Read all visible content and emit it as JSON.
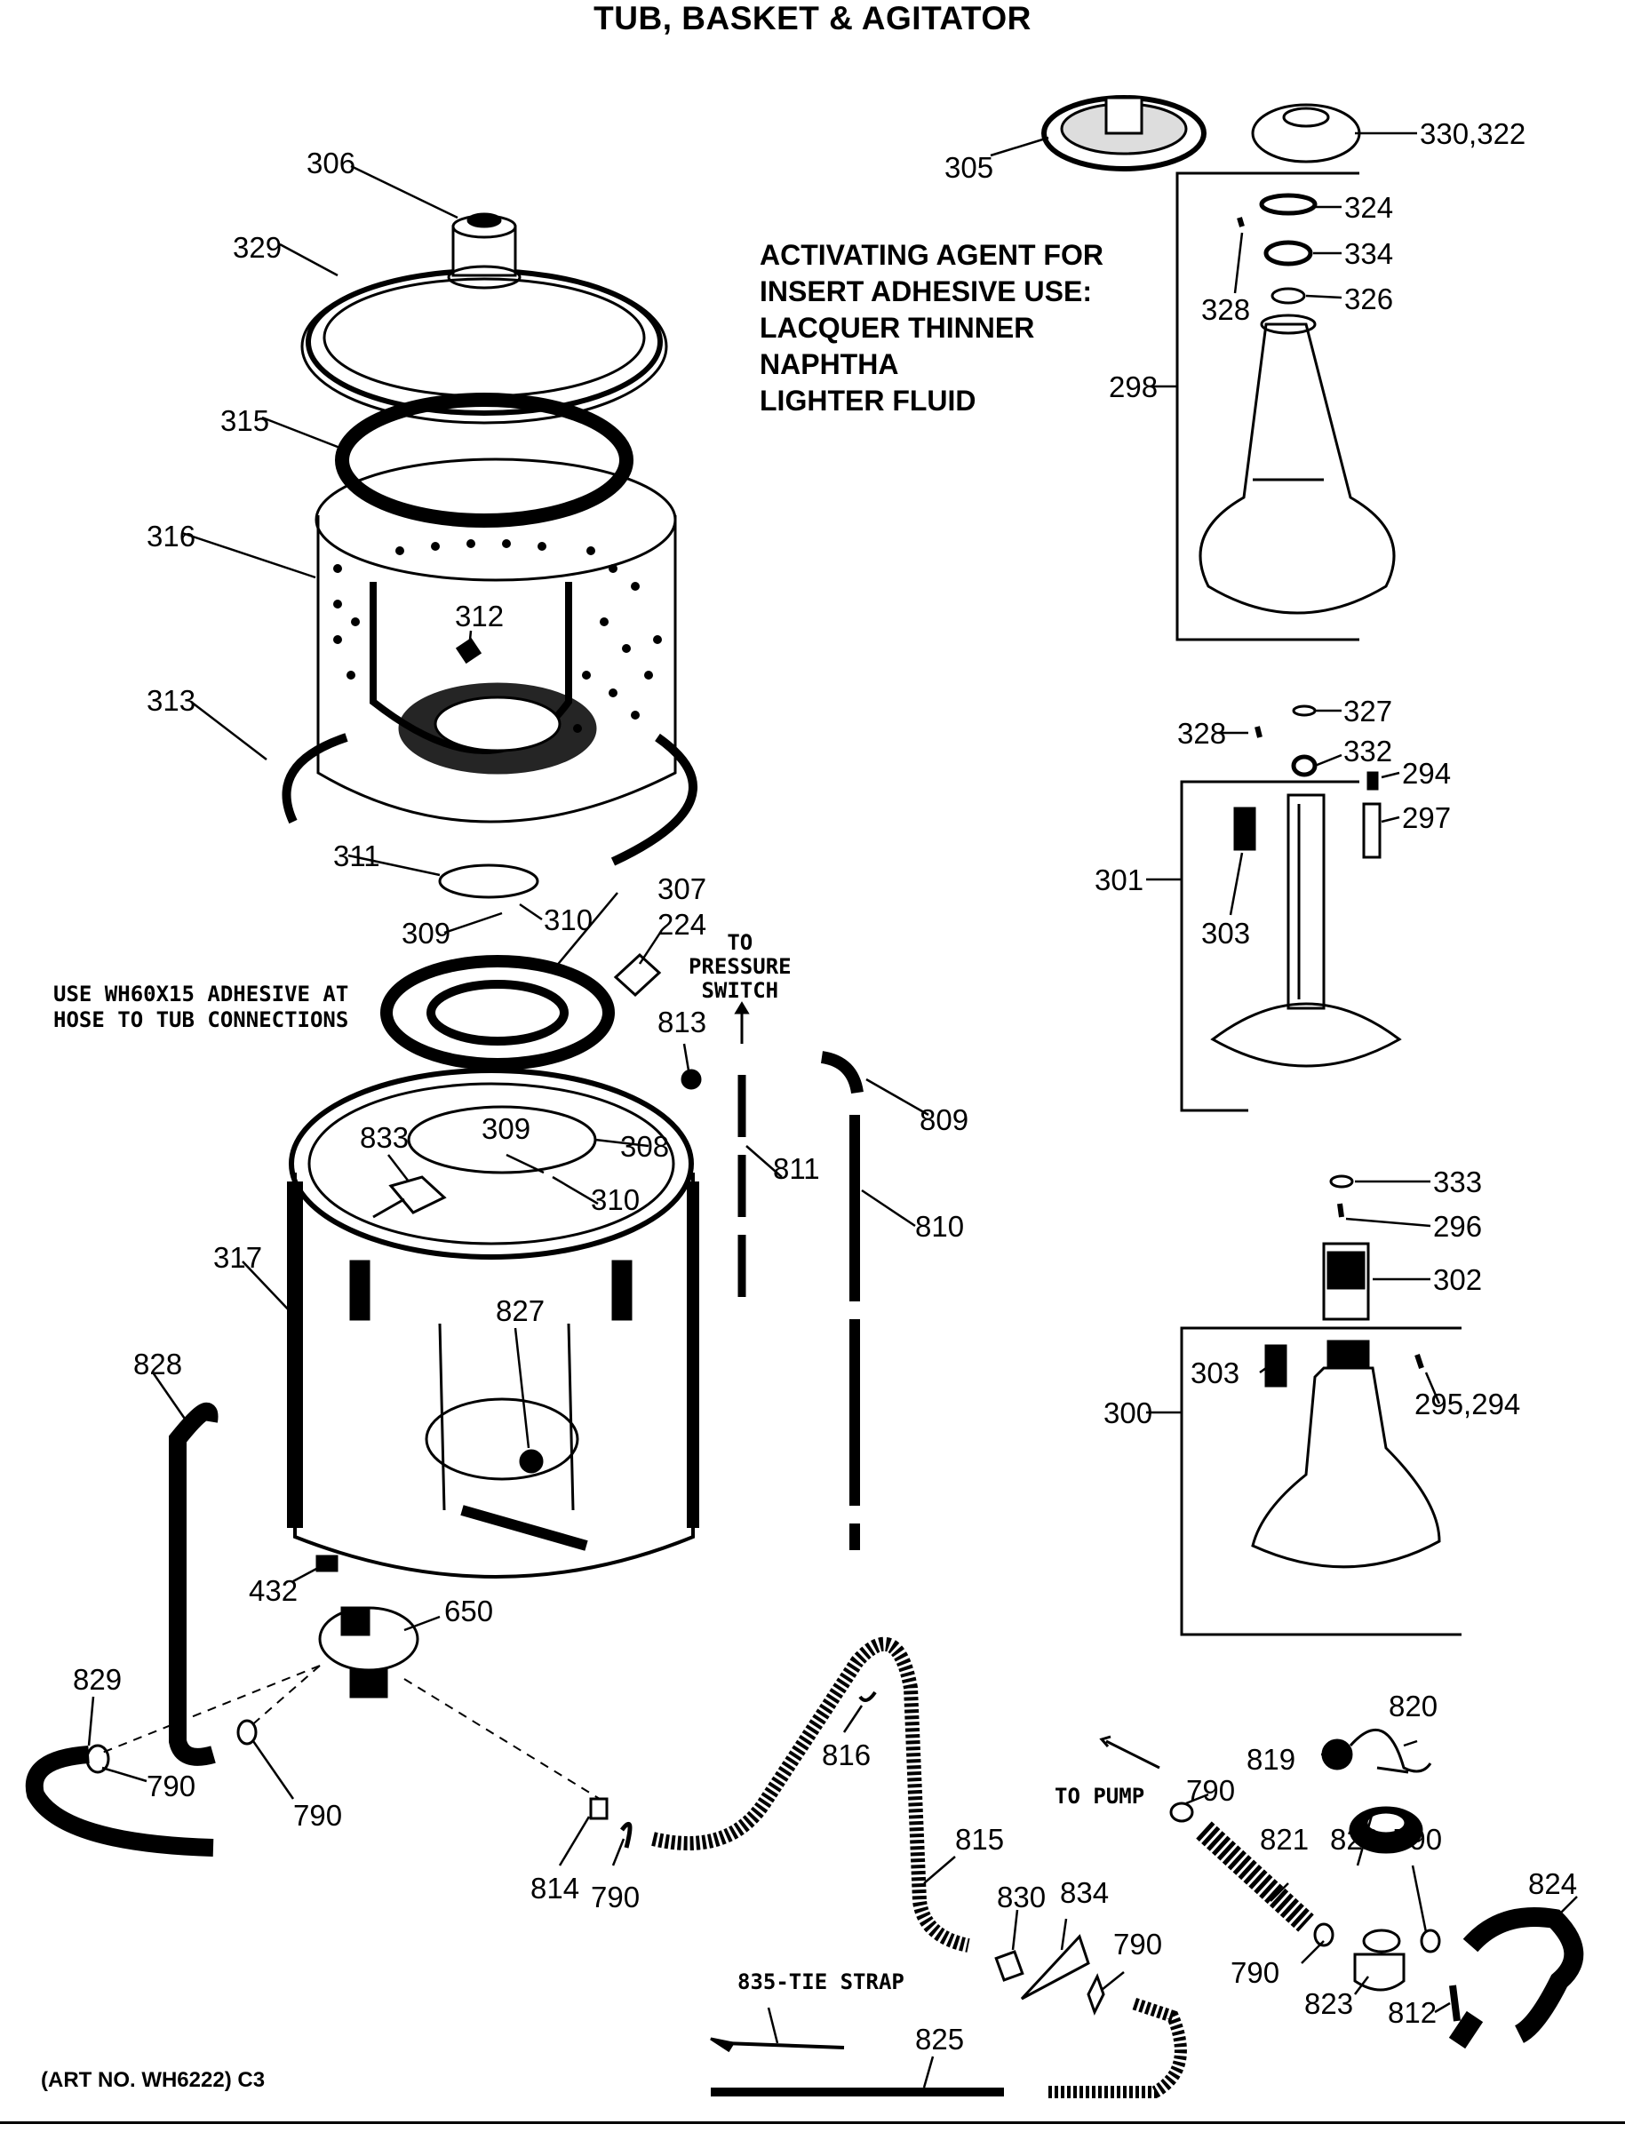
{
  "title": "TUB, BASKET & AGITATOR",
  "notes": {
    "activating_agent": [
      "ACTIVATING AGENT FOR",
      "INSERT ADHESIVE USE:",
      "LACQUER THINNER",
      "NAPHTHA",
      "LIGHTER FLUID"
    ],
    "adhesive": [
      "USE WH60X15 ADHESIVE AT",
      "HOSE TO TUB CONNECTIONS"
    ],
    "pressure_switch": [
      "TO",
      "PRESSURE",
      "SWITCH"
    ],
    "to_pump": "TO PUMP",
    "tie_strap": "835-TIE STRAP",
    "art_no": "(ART NO. WH6222) C3"
  },
  "parts": {
    "p306": "306",
    "p329": "329",
    "p315": "315",
    "p316": "316",
    "p312": "312",
    "p313": "313",
    "p305": "305",
    "p330_322": "330,322",
    "p324": "324",
    "p334": "334",
    "p326": "326",
    "p328a": "328",
    "p298": "298",
    "p327": "327",
    "p328b": "328",
    "p332": "332",
    "p294": "294",
    "p297": "297",
    "p301": "301",
    "p303a": "303",
    "p333": "333",
    "p296": "296",
    "p302": "302",
    "p303b": "303",
    "p300": "300",
    "p295_294": "295,294",
    "p311": "311",
    "p307": "307",
    "p309a": "309",
    "p310a": "310",
    "p224": "224",
    "p813": "813",
    "p809": "809",
    "p811": "811",
    "p810": "810",
    "p833": "833",
    "p309b": "309",
    "p308": "308",
    "p310b": "310",
    "p317": "317",
    "p827": "827",
    "p828": "828",
    "p432": "432",
    "p650": "650",
    "p829": "829",
    "p790a": "790",
    "p790b": "790",
    "p814": "814",
    "p790c": "790",
    "p816": "816",
    "p815": "815",
    "p830": "830",
    "p834": "834",
    "p790d": "790",
    "p825": "825",
    "p820": "820",
    "p819": "819",
    "p790e": "790",
    "p821": "821",
    "p822": "822",
    "p790f": "790",
    "p790g": "790",
    "p823": "823",
    "p812": "812",
    "p824": "824"
  }
}
